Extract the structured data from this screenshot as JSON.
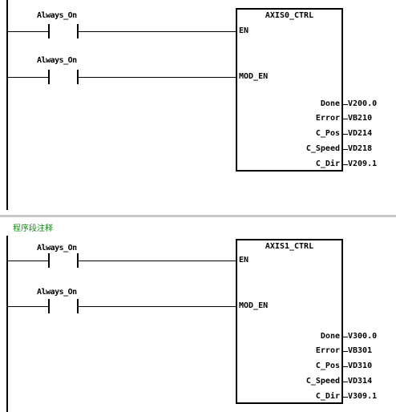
{
  "networks": [
    {
      "block_name": "AXIS0_CTRL",
      "contact1": "Always_On",
      "contact2": "Always_On",
      "in_pins": [
        "EN",
        "MOD_EN"
      ],
      "outputs": [
        {
          "pin": "Done",
          "addr": "V200.0"
        },
        {
          "pin": "Error",
          "addr": "VB210"
        },
        {
          "pin": "C_Pos",
          "addr": "VD214"
        },
        {
          "pin": "C_Speed",
          "addr": "VD218"
        },
        {
          "pin": "C_Dir",
          "addr": "V209.1"
        }
      ]
    },
    {
      "comment": "程序段注释",
      "block_name": "AXIS1_CTRL",
      "contact1": "Always_On",
      "contact2": "Always_On",
      "in_pins": [
        "EN",
        "MOD_EN"
      ],
      "outputs": [
        {
          "pin": "Done",
          "addr": "V300.0"
        },
        {
          "pin": "Error",
          "addr": "VB301"
        },
        {
          "pin": "C_Pos",
          "addr": "VD310"
        },
        {
          "pin": "C_Speed",
          "addr": "VD314"
        },
        {
          "pin": "C_Dir",
          "addr": "V309.1"
        }
      ]
    }
  ]
}
